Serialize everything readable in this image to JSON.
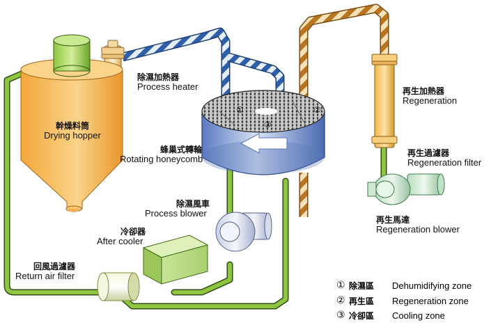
{
  "labels": {
    "process_heater": {
      "zh": "除濕加熱器",
      "en": "Process heater"
    },
    "regeneration_heater": {
      "zh": "再生加熱器",
      "en": "Regeneration"
    },
    "drying_hopper": {
      "zh": "幹燥料筒",
      "en": "Drying hopper"
    },
    "rotating_honeycomb": {
      "zh": "蜂巢式轉輪",
      "en": "Rotating honeycomb"
    },
    "regeneration_filter": {
      "zh": "再生過濾器",
      "en": "Regeneration filter"
    },
    "process_blower": {
      "zh": "除濕風車",
      "en": "Process blower"
    },
    "regeneration_blower": {
      "zh": "再生馬達",
      "en": "Regeneration blower"
    },
    "after_cooler": {
      "zh": "冷卻器",
      "en": "After cooler"
    },
    "return_air_filter": {
      "zh": "回風過濾器",
      "en": "Return air filter"
    }
  },
  "zone_markers": [
    "①",
    "②",
    "③"
  ],
  "legend": [
    {
      "marker": "①",
      "zh": "除濕區",
      "en": "Dehumidifying zone"
    },
    {
      "marker": "②",
      "zh": "再生區",
      "en": "Regeneration zone"
    },
    {
      "marker": "③",
      "zh": "冷卻區",
      "en": "Cooling zone"
    }
  ],
  "colors": {
    "green_pipe": "#7cb82f",
    "blue_pipe": "#2f5fa8",
    "orange_pipe": "#d9892b",
    "hopper": "#f7b955",
    "wheel": "#8fa7d8"
  }
}
